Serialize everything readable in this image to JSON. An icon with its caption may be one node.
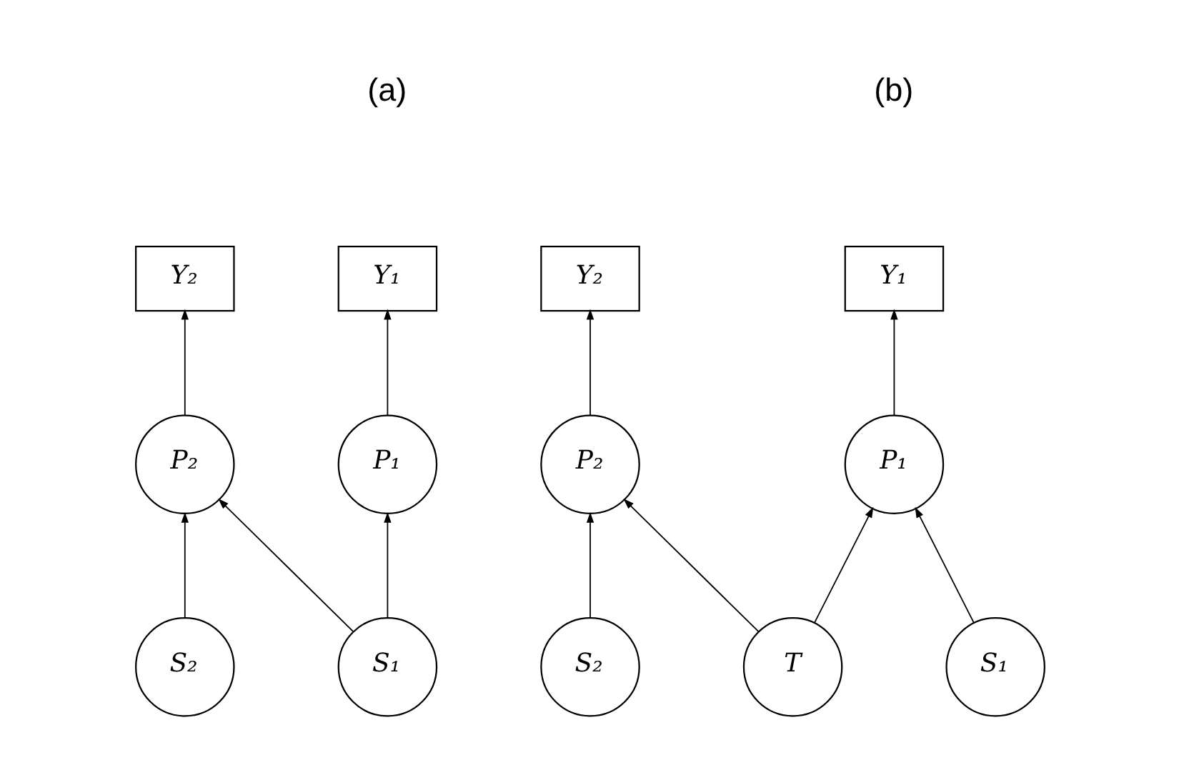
{
  "diagram": {
    "nodes": [
      {
        "text": [
          "Y₁"
        ]
      },
      {
        "text": [
          "Y₂"
        ]
      },
      {
        "text": [
          "P₁"
        ]
      },
      {
        "text": [
          "P₂"
        ]
      },
      {
        "text": [
          "S₁"
        ]
      },
      {
        "text": [
          "S₂"
        ]
      },
      {
        "text": [
          "Y₁"
        ]
      },
      {
        "text": [
          "Y₂"
        ]
      },
      {
        "text": [
          "P₁"
        ]
      },
      {
        "text": [
          "P₂"
        ]
      },
      {
        "text": [
          "S₁"
        ]
      },
      {
        "text": [
          "T"
        ]
      },
      {
        "text": [
          "S₂"
        ]
      }
    ],
    "edges": [
      {
        "from": 2,
        "to": 0,
        "arrow": "to"
      },
      {
        "from": 3,
        "to": 1,
        "arrow": "to"
      },
      {
        "from": 4,
        "to": 2,
        "arrow": "to"
      },
      {
        "from": 4,
        "to": 3,
        "arrow": "to"
      },
      {
        "from": 5,
        "to": 3,
        "arrow": "to"
      },
      {
        "from": 8,
        "to": 6,
        "arrow": "to"
      },
      {
        "from": 9,
        "to": 7,
        "arrow": "to"
      },
      {
        "from": 10,
        "to": 8,
        "arrow": "to"
      },
      {
        "from": 11,
        "to": 8,
        "arrow": "to"
      },
      {
        "from": 11,
        "to": 9,
        "arrow": "to"
      },
      {
        "from": 12,
        "to": 9,
        "arrow": "to"
      }
    ],
    "labels": [
      "(a)",
      "(b)"
    ]
  }
}
